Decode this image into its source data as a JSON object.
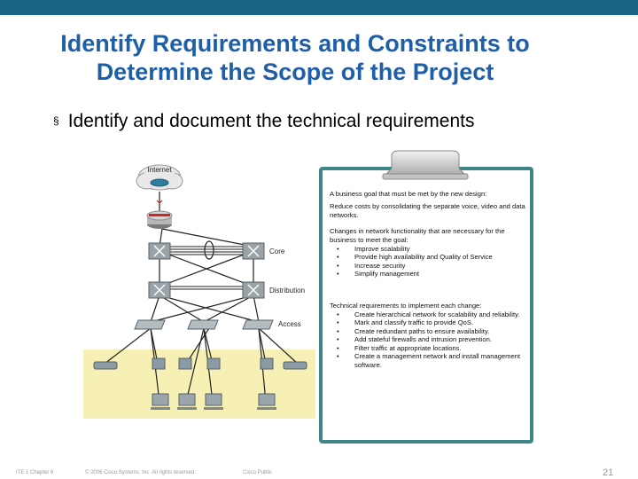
{
  "slide": {
    "title_line1": "Identify Requirements and Constraints to",
    "title_line2": "Determine the Scope of the Project",
    "bullet": "Identify and document the technical requirements",
    "bullet_marker": "§",
    "accent_color": "#1a6585",
    "title_color": "#1f5fa8"
  },
  "diagram": {
    "internet_label": "Internet",
    "core_label": "Core",
    "distribution_label": "Distribution",
    "access_label": "Access"
  },
  "panel": {
    "heading1": "A business goal that must be met by the new design:",
    "goal": "Reduce costs by consolidating the separate voice, video and data networks.",
    "heading2": "Changes in network functionality that are necessary for the business to meet the goal:",
    "changes": [
      "Improve scalability",
      "Provide high availability and Quality of Service",
      "Increase security",
      "Simplify management"
    ],
    "heading3": "Technical requirements to implement each change:",
    "requirements": [
      "Create hierarchical network for scalability and reliability.",
      "Mark and classify traffic to provide QoS.",
      "Create redundant paths to ensure availability.",
      "Add stateful firewalls and intrusion prevention.",
      "Filter traffic at appropriate locations.",
      "Create a management network and install management software."
    ]
  },
  "footer": {
    "course": "ITE 1 Chapter 6",
    "copyright": "© 2006 Cisco Systems, Inc. All rights reserved.",
    "classification": "Cisco Public",
    "page_number": "21"
  }
}
